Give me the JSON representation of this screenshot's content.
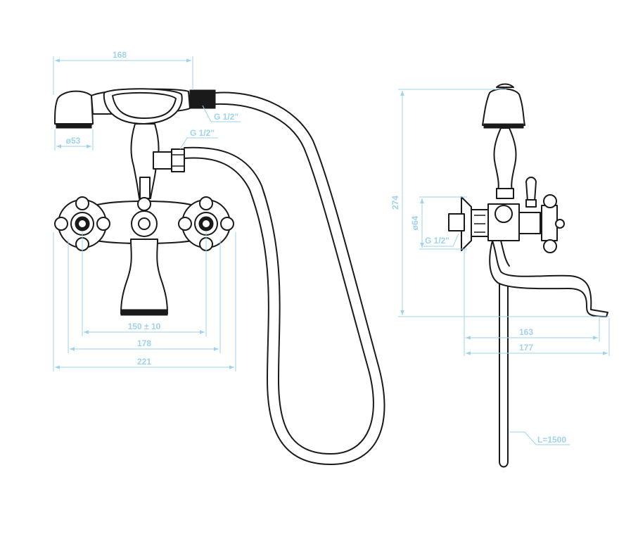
{
  "labels": {
    "shower_width": "168",
    "shower_diameter": "ø53",
    "hose_thread": "G 1/2\"",
    "outlet_thread": "G 1/2\"",
    "centers": "150 ± 10",
    "handle_span": "178",
    "total_width": "221",
    "height": "274",
    "flange_diameter": "ø64",
    "inlet_thread": "G 1/2\"",
    "spout_reach": "163",
    "total_depth": "177",
    "hose_length": "L=1500"
  },
  "colors": {
    "dimension": "#9fd3ea",
    "outline": "#1a1a1a"
  }
}
